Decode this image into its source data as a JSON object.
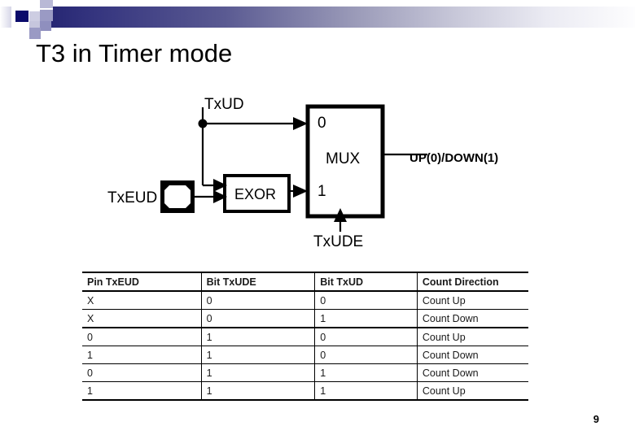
{
  "slide": {
    "title": "T3 in Timer mode",
    "page_number": "9",
    "accent_color": "#262673"
  },
  "diagram": {
    "name": "t3-timer-mode-block-diagram",
    "labels": {
      "txud": "TxUD",
      "txeud": "TxEUD",
      "txude": "TxUDE",
      "exor": "EXOR",
      "mux": "MUX",
      "mux_input_0": "0",
      "mux_input_1": "1",
      "output": "UP(0)/DOWN(1)"
    }
  },
  "table": {
    "headers": [
      "Pin TxEUD",
      "Bit TxUDE",
      "Bit TxUD",
      "Count Direction"
    ],
    "rows": [
      [
        "X",
        "0",
        "0",
        "Count Up"
      ],
      [
        "X",
        "0",
        "1",
        "Count Down"
      ],
      [
        "0",
        "1",
        "0",
        "Count Up"
      ],
      [
        "1",
        "1",
        "0",
        "Count Down"
      ],
      [
        "0",
        "1",
        "1",
        "Count Down"
      ],
      [
        "1",
        "1",
        "1",
        "Count Up"
      ]
    ]
  }
}
